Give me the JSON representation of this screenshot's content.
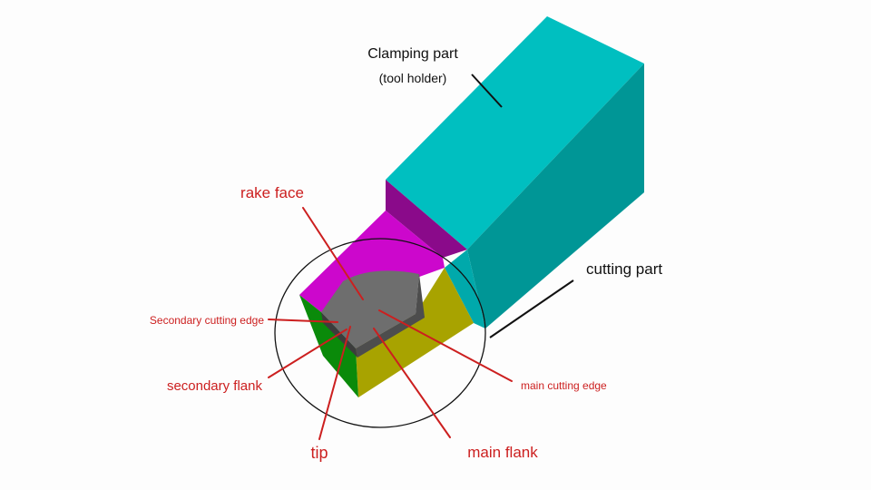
{
  "labels": {
    "clamping_part": "Clamping part",
    "tool_holder": "(tool holder)",
    "cutting_part": "cutting part",
    "rake_face": "rake face",
    "secondary_cutting_edge": "Secondary cutting edge",
    "secondary_flank": "secondary flank",
    "tip": "tip",
    "main_flank": "main flank",
    "main_cutting_edge": "main cutting edge"
  },
  "colors": {
    "holder_top": "#00bfc0",
    "holder_side": "#009696",
    "holder_cut": "#00a9ab",
    "step_face": "#8a0a8a",
    "rake_region": "#cc07cc",
    "main_flank": "#a8a300",
    "secondary_flank": "#0a8a0a",
    "insert_top": "#6e6e6e",
    "insert_side": "#4d4d4d",
    "insert_shadow": "#3c3c3c",
    "black_label": "#111111",
    "red_label": "#cc1f1f"
  }
}
